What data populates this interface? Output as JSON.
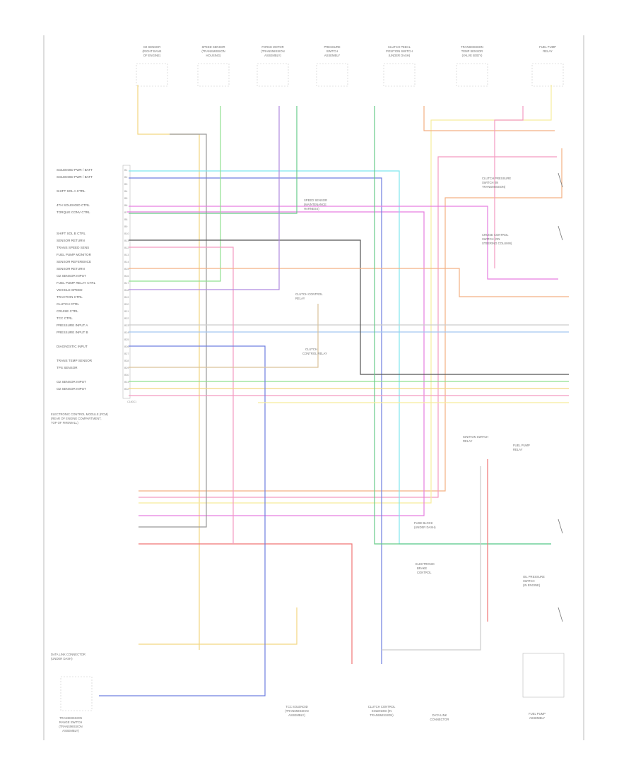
{
  "diagram": {
    "pcm": {
      "block_label": [
        "ELECTRONIC CONTROL MODULE (PCM)",
        "(REAR OF ENGINE COMPARTMENT,",
        "TOP OF FIREWALL)"
      ],
      "footer_label": "C180C1",
      "pins": [
        {
          "label": "SOLENOID PWR / BATT",
          "pin": "B1"
        },
        {
          "label": "SOLENOID PWR / BATT",
          "pin": "B2"
        },
        {
          "label": "",
          "pin": "B3"
        },
        {
          "label": "SHIFT SOL A CTRL",
          "pin": "B4"
        },
        {
          "label": "",
          "pin": "B5"
        },
        {
          "label": "4TH SOLENOID CTRL",
          "pin": "B6"
        },
        {
          "label": "TORQUE CONV CTRL",
          "pin": "B7"
        },
        {
          "label": "",
          "pin": "B8"
        },
        {
          "label": "",
          "pin": "B9"
        },
        {
          "label": "SHIFT SOL B CTRL",
          "pin": "B10"
        },
        {
          "label": "SENSOR RETURN",
          "pin": "B11"
        },
        {
          "label": "TRANS SPEED SENS",
          "pin": "B12"
        },
        {
          "label": "FUEL PUMP MONITOR",
          "pin": "B13"
        },
        {
          "label": "SENSOR REFERENCE",
          "pin": "B14"
        },
        {
          "label": "SENSOR RETURN",
          "pin": "B15"
        },
        {
          "label": "O2 SENSOR INPUT",
          "pin": "B16"
        },
        {
          "label": "FUEL PUMP RELAY CTRL",
          "pin": "B17"
        },
        {
          "label": "VEHICLE SPEED",
          "pin": "B18"
        },
        {
          "label": "TRACTION CTRL",
          "pin": "B19"
        },
        {
          "label": "CLUTCH CTRL",
          "pin": "B20"
        },
        {
          "label": "CRUISE CTRL",
          "pin": "B21"
        },
        {
          "label": "TCC CTRL",
          "pin": "B22"
        },
        {
          "label": "PRESSURE INPUT A",
          "pin": "B23"
        },
        {
          "label": "PRESSURE INPUT B",
          "pin": "B24"
        },
        {
          "label": "",
          "pin": "B25"
        },
        {
          "label": "DIAGNOSTIC INPUT",
          "pin": "B26"
        },
        {
          "label": "",
          "pin": "B27"
        },
        {
          "label": "TRANS TEMP SENSOR",
          "pin": "B28"
        },
        {
          "label": "TPS SENSOR",
          "pin": "B29"
        },
        {
          "label": "",
          "pin": "B30"
        },
        {
          "label": "O2 SENSOR INPUT",
          "pin": "B31"
        },
        {
          "label": "O2 SENSOR INPUT",
          "pin": "B32"
        }
      ]
    },
    "top_components": [
      {
        "label": [
          "O2 SENSOR",
          "(RIGHT BANK",
          "OF ENGINE)"
        ]
      },
      {
        "label": [
          "SPEED SENSOR",
          "(TRANSMISSION",
          "HOUSING)"
        ]
      },
      {
        "label": [
          "FORCE MOTOR",
          "(TRANSMISSION",
          "ASSEMBLY)"
        ]
      },
      {
        "label": [
          "PRESSURE",
          "SWITCH",
          "ASSEMBLY"
        ]
      },
      {
        "label": [
          "CLUTCH PEDAL",
          "POSITION SWITCH",
          "(UNDER DASH)"
        ]
      },
      {
        "label": [
          "TRANSMISSION",
          "TEMP SENSOR",
          "(VALVE BODY)"
        ]
      },
      {
        "label": [
          "FUEL PUMP",
          "RELAY"
        ]
      }
    ],
    "mid_labels": [
      [
        "SPEED SENSOR",
        "(MAINTENANCE",
        "HARNESS)"
      ],
      [
        "CLUTCH CONTROL",
        "RELAY"
      ],
      [
        "CLUTCH",
        "CONTROL RELAY"
      ]
    ],
    "right_switches": [
      [
        "CLUTCH PRESSURE",
        "SWITCH (IN",
        "TRANSMISSION)"
      ],
      [
        "CRUISE CONTROL",
        "SWITCH (ON",
        "STEERING COLUMN)"
      ]
    ],
    "bottom_components": [
      {
        "label": [
          "TRANSMISSION",
          "RANGE SWITCH",
          "(TRANSMISSION",
          "ASSEMBLY)"
        ]
      },
      {
        "label": [
          "TCC SOLENOID",
          "(TRANSMISSION",
          "ASSEMBLY)"
        ]
      },
      {
        "label": [
          "CLUTCH CONTROL",
          "SOLENOID (IN",
          "TRANSMISSION)"
        ]
      },
      {
        "label": [
          "DATA LINK",
          "CONNECTOR"
        ]
      },
      {
        "label": [
          "FUEL PUMP",
          "ASSEMBLY"
        ]
      }
    ],
    "right_lower_labels": [
      [
        "IGNITION SWITCH",
        "RELAY"
      ],
      [
        "FUEL PUMP",
        "RELAY"
      ],
      [
        "ELECTRONIC",
        "BRAKE",
        "CONTROL"
      ],
      [
        "FUSE BLOCK",
        "(UNDER DASH)"
      ],
      [
        "OIL PRESSURE",
        "SWITCH",
        "(IN ENGINE)"
      ]
    ],
    "bottom_left_note": [
      "DATA LINK CONNECTOR",
      "(UNDER DASH)"
    ],
    "colors": {
      "orange": "#f4b183",
      "yellow": "#f2d680",
      "light_yellow": "#f6ec9c",
      "pink": "#f49ac1",
      "magenta": "#e67ee0",
      "cyan": "#7ee6ee",
      "light_blue": "#a4c6f0",
      "blue": "#6f7fe0",
      "green": "#8fe08f",
      "dark_green": "#66cc88",
      "gray": "#999999",
      "dark_gray": "#555555",
      "light_gray": "#cccccc",
      "tan": "#d9c29a",
      "red": "#f07575",
      "violet": "#b08ae0"
    }
  }
}
